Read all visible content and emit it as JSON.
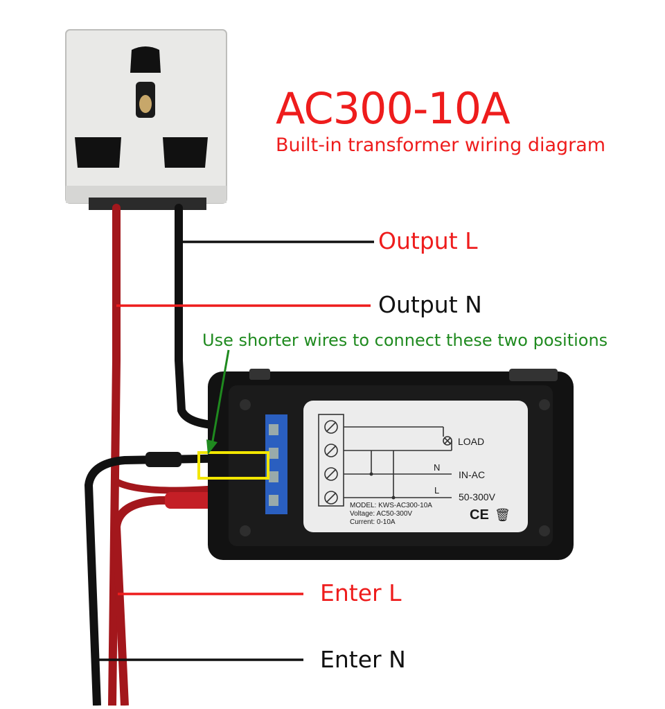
{
  "title": "AC300-10A",
  "subtitle": "Built-in transformer wiring diagram",
  "labels": {
    "output_l": "Output L",
    "output_n": "Output N",
    "enter_l": "Enter L",
    "enter_n": "Enter N",
    "note": "Use shorter wires to connect these two positions"
  },
  "device_plate": {
    "load": "LOAD",
    "n": "N",
    "l": "L",
    "in_ac": "IN-AC",
    "range": "50-300V",
    "model": "MODEL: KWS-AC300-10A",
    "voltage": "Voltage: AC50-300V",
    "current": "Current: 0-10A",
    "ce_mark": "CE"
  },
  "colors": {
    "red_label": "#ee1c1c",
    "note_green": "#1f8a1f",
    "highlight_yellow": "#f2e600",
    "wire_red": "#b01a1a",
    "wire_black": "#111111",
    "terminal_blue": "#2a5fc0"
  }
}
